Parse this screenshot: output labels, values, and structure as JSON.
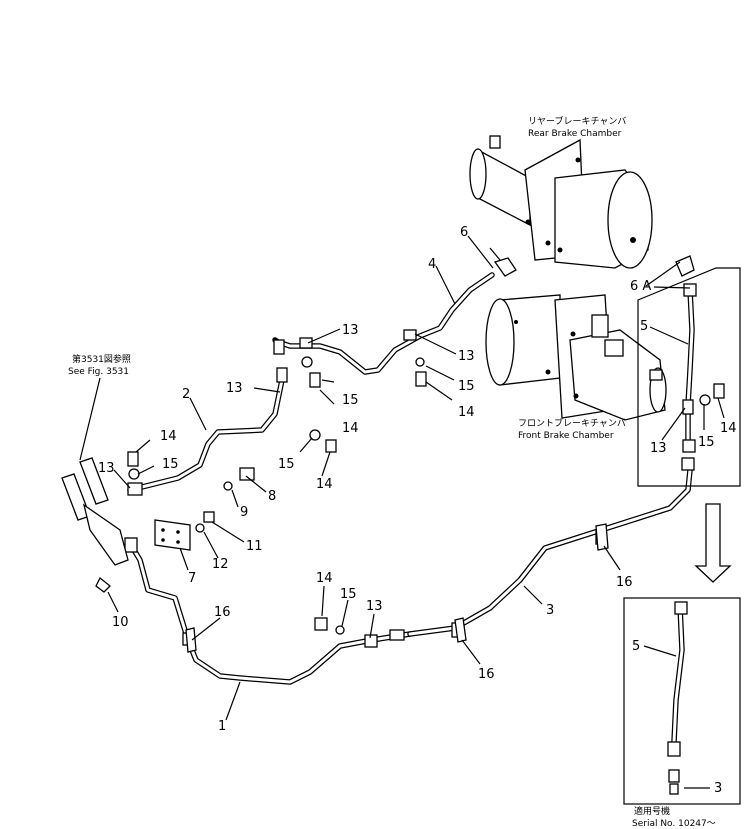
{
  "diagram": {
    "labels": {
      "rear_jp": "リヤーブレーキチャンバ",
      "rear_en": "Rear Brake Chamber",
      "front_jp": "フロントブレーキチャンバ",
      "front_en": "Front Brake Chamber",
      "see_jp": "第3531図参照",
      "see_en": "See Fig. 3531",
      "serial_jp": "適用号機",
      "serial_en": "Serial No. 10247～"
    },
    "callouts": {
      "c1": "1",
      "c2": "2",
      "c3": "3",
      "c3b": "3",
      "c4": "4",
      "c5": "5",
      "c5b": "5",
      "c6": "6",
      "c6a": "6 A",
      "c7": "7",
      "c8": "8",
      "c9": "9",
      "c10": "10",
      "c11": "11",
      "c12": "12",
      "c13a": "13",
      "c13b": "13",
      "c13c": "13",
      "c13d": "13",
      "c13e": "13",
      "c13f": "13",
      "c14a": "14",
      "c14b": "14",
      "c14c": "14",
      "c14d": "14",
      "c14e": "14",
      "c14f": "14",
      "c15a": "15",
      "c15b": "15",
      "c15c": "15",
      "c15d": "15",
      "c15e": "15",
      "c15f": "15",
      "c16a": "16",
      "c16b": "16",
      "c16c": "16"
    }
  }
}
